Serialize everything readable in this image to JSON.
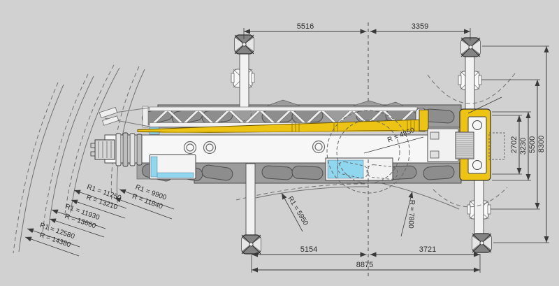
{
  "dimensions": {
    "top": [
      "5516",
      "3359"
    ],
    "bottom": [
      "5154",
      "3721"
    ],
    "bottom_total": "8875",
    "right": [
      "2702",
      "3230",
      "5500",
      "8300"
    ]
  },
  "radii": {
    "center": "R = 4850",
    "bottom": [
      "R1 = 5950",
      "R = 7800"
    ],
    "left": [
      {
        "r1": "R1 = 9900",
        "r": "R = 11840"
      },
      {
        "r1": "R1 = 11250",
        "r": "R = 13210"
      },
      {
        "r1": "R1 = 11930",
        "r": "R = 13660"
      },
      {
        "r1": "R1 = 12580",
        "r": "R = 14380"
      }
    ]
  },
  "colors": {
    "background": "#d1d1d1",
    "boom_yellow": "#eec414",
    "cab_blue": "#8fd7ee",
    "band_gray": "#9c9c9c",
    "line": "#3a3a3a"
  }
}
